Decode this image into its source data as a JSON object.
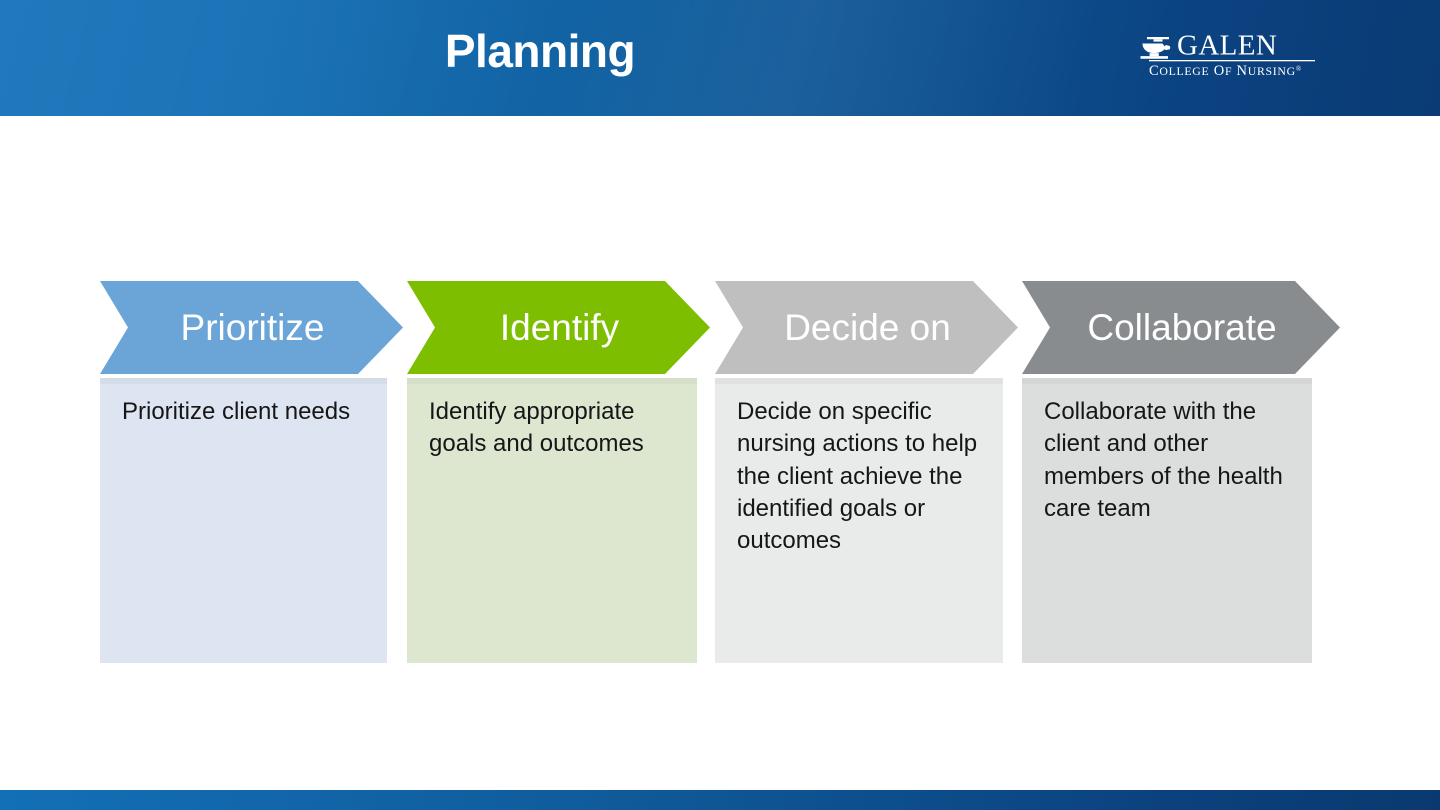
{
  "slide": {
    "title": "Planning",
    "background": "#FFFFFF"
  },
  "header": {
    "gradient_from": "#1272B8",
    "gradient_to": "#0A3B74",
    "title": "Planning",
    "title_color": "#FFFFFF"
  },
  "logo": {
    "name": "GALEN",
    "tagline": "COLLEGE OF NURSING",
    "registered_mark": "®",
    "icon": "oil-lamp-icon",
    "color": "#FFFFFF"
  },
  "process": {
    "type": "chevron-process",
    "steps": [
      {
        "id": "prioritize",
        "heading": "Prioritize",
        "body": "Prioritize client needs",
        "chevron_color": "#6BA5D7",
        "panel_color": "#DCE5F1",
        "heading_color": "#FFFFFF",
        "body_color": "#161616"
      },
      {
        "id": "identify",
        "heading": "Identify",
        "body": "Identify appropriate goals and outcomes",
        "chevron_color": "#7DBE00",
        "panel_color": "#DDE7CF",
        "heading_color": "#FFFFFF",
        "body_color": "#161616"
      },
      {
        "id": "decide-on",
        "heading": "Decide on",
        "body": "Decide on specific nursing actions to help the client achieve the identified goals or outcomes",
        "chevron_color": "#BFBFBF",
        "panel_color": "#E9EAEA",
        "heading_color": "#FFFFFF",
        "body_color": "#161616"
      },
      {
        "id": "collaborate",
        "heading": "Collaborate",
        "body": "Collaborate with the client and other members of the health care team",
        "chevron_color": "#898C8F",
        "panel_color": "#DCDDDD",
        "heading_color": "#FFFFFF",
        "body_color": "#161616"
      }
    ]
  },
  "footer": {
    "gradient_from": "#1370B6",
    "gradient_to": "#0A3970"
  }
}
